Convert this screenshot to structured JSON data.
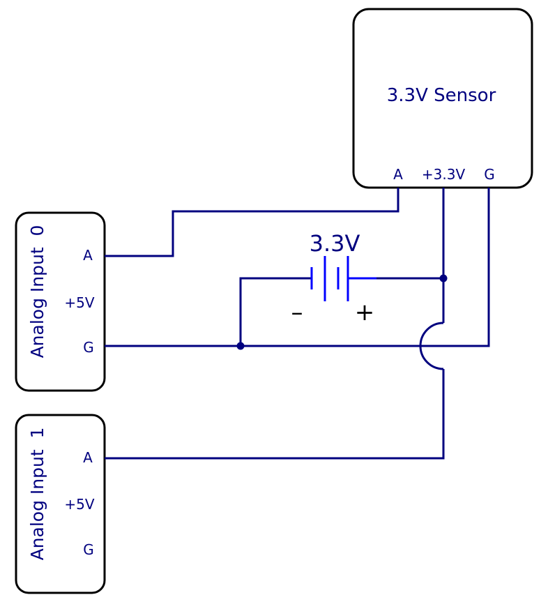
{
  "sensor": {
    "title": "3.3V Sensor",
    "pins": {
      "a": "A",
      "vcc": "+3.3V",
      "gnd": "G"
    }
  },
  "input0": {
    "title": "Analog Input  0",
    "pins": {
      "a": "A",
      "vcc": "+5V",
      "gnd": "G"
    }
  },
  "input1": {
    "title": "Analog Input  1",
    "pins": {
      "a": "A",
      "vcc": "+5V",
      "gnd": "G"
    }
  },
  "battery": {
    "label": "3.3V",
    "minus": "–",
    "plus": "+"
  },
  "colors": {
    "wire": "#00007f",
    "battery_plates": "#0000ff",
    "box_border": "#000000"
  }
}
